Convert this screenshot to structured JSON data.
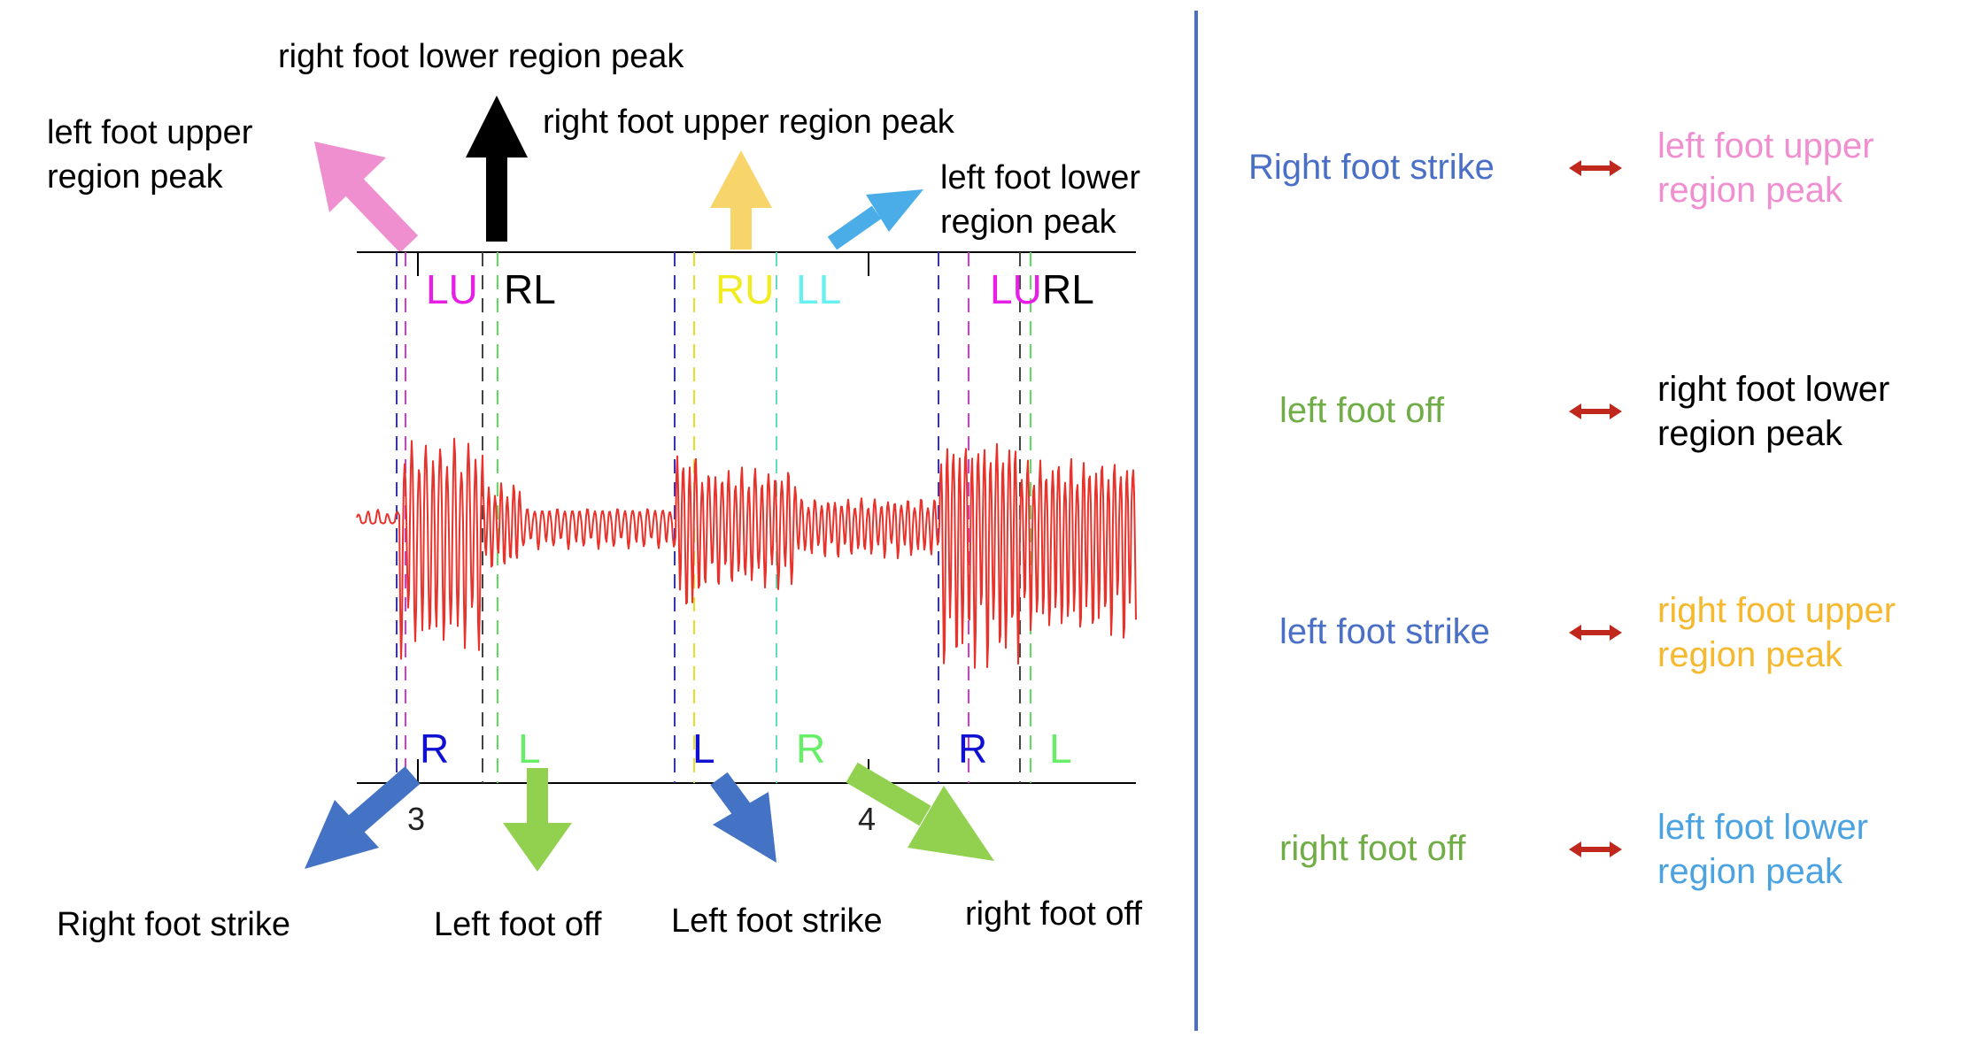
{
  "colors": {
    "pink": "#f08fd0",
    "black": "#000000",
    "yellow": "#f8d56a",
    "sky": "#4aade8",
    "blue": "#4472c4",
    "green": "#92d050",
    "signal": "#e8332c",
    "magenta": "#e61ee6",
    "letter_blue": "#1010d0",
    "letter_green": "#66ee66",
    "letter_yellow": "#f0ec20",
    "letter_cyan": "#66f0f0",
    "legend_blue": "#4a6fc6",
    "legend_green": "#70ad47",
    "legend_pink": "#f08fd0",
    "legend_orange": "#f5b82e",
    "legend_sky": "#4aa3e0",
    "double_arrow": "#c0281e"
  },
  "diagram": {
    "top_annotations": {
      "left_upper_peak": "left foot upper\nregion peak",
      "right_lower_peak": "right foot lower region peak",
      "right_upper_peak": "right foot upper region peak",
      "left_lower_peak": "left foot lower\nregion peak"
    },
    "region_labels": {
      "lu_1": "LU",
      "rl_1": "RL",
      "ru": "RU",
      "ll": "LL",
      "lu_2": "LU",
      "rl_2": "RL"
    },
    "foot_labels": {
      "r_1": "R",
      "l_1": "L",
      "l_2": "L",
      "r_2": "R",
      "r_3": "R",
      "l_3": "L"
    },
    "axis_ticks": [
      "3",
      "4"
    ],
    "bottom_annotations": {
      "right_strike": "Right foot strike",
      "left_off": "Left foot off",
      "left_strike": "Left foot strike",
      "right_off": "right foot off"
    }
  },
  "legend": [
    {
      "event": "Right foot strike",
      "event_color": "legend_blue",
      "peak": "left foot upper\nregion peak",
      "peak_color": "legend_pink"
    },
    {
      "event": "left foot off",
      "event_color": "legend_green",
      "peak": "right foot lower\nregion peak",
      "peak_color": "black"
    },
    {
      "event": "left foot strike",
      "event_color": "legend_blue",
      "peak": "right foot upper\nregion peak",
      "peak_color": "legend_orange"
    },
    {
      "event": "right foot off",
      "event_color": "legend_green",
      "peak": "left foot lower\nregion peak",
      "peak_color": "legend_sky"
    }
  ]
}
